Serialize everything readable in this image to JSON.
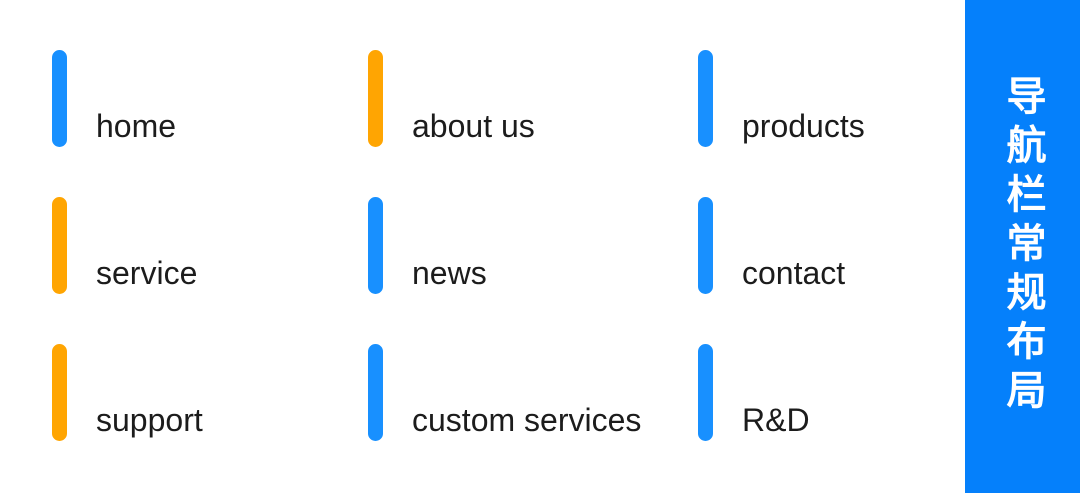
{
  "banner": {
    "title": "导航栏常规布局",
    "bg_color": "#0580FB",
    "text_color": "#FFFFFF"
  },
  "colors": {
    "accent_blue": "#1890FF",
    "accent_orange": "#FFA502",
    "label_text": "#1C1C1C",
    "background": "#FFFFFF"
  },
  "nav": {
    "items": [
      {
        "label": "home",
        "accent": "blue"
      },
      {
        "label": "about us",
        "accent": "orange"
      },
      {
        "label": "products",
        "accent": "blue"
      },
      {
        "label": "service",
        "accent": "orange"
      },
      {
        "label": "news",
        "accent": "blue"
      },
      {
        "label": "contact",
        "accent": "blue"
      },
      {
        "label": "support",
        "accent": "orange"
      },
      {
        "label": "custom services",
        "accent": "blue"
      },
      {
        "label": "R&D",
        "accent": "blue"
      }
    ]
  }
}
